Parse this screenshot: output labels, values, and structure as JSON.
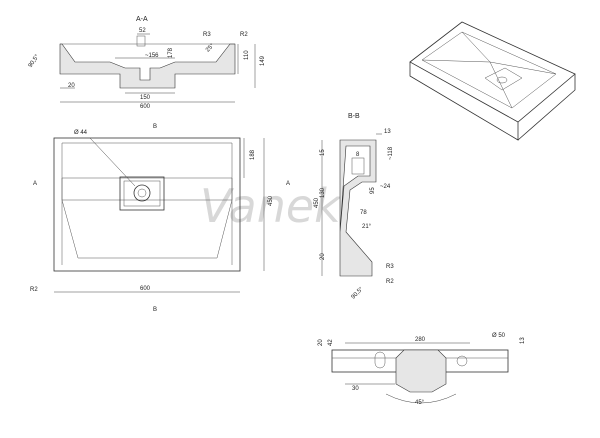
{
  "watermark": "Vanek",
  "top_section": {
    "label": "A-A",
    "dims": [
      "52",
      "R3",
      "R2",
      "90,5°",
      "~156",
      "178",
      "110",
      "149",
      "25°",
      "20",
      "150",
      "600"
    ]
  },
  "plan": {
    "dims": [
      "Ø 44",
      "188",
      "450",
      "600",
      "R2"
    ],
    "section_marks": [
      "B",
      "B",
      "A",
      "A"
    ]
  },
  "side_section": {
    "label": "B-B",
    "dims": [
      "13",
      "15",
      "8",
      "~118",
      "130",
      "95",
      "~24",
      "450",
      "78",
      "21°",
      "20",
      "R3",
      "R2",
      "90,5°"
    ]
  },
  "bottom_view": {
    "dims": [
      "280",
      "Ø 50",
      "13",
      "20",
      "42",
      "30",
      "45°"
    ]
  }
}
